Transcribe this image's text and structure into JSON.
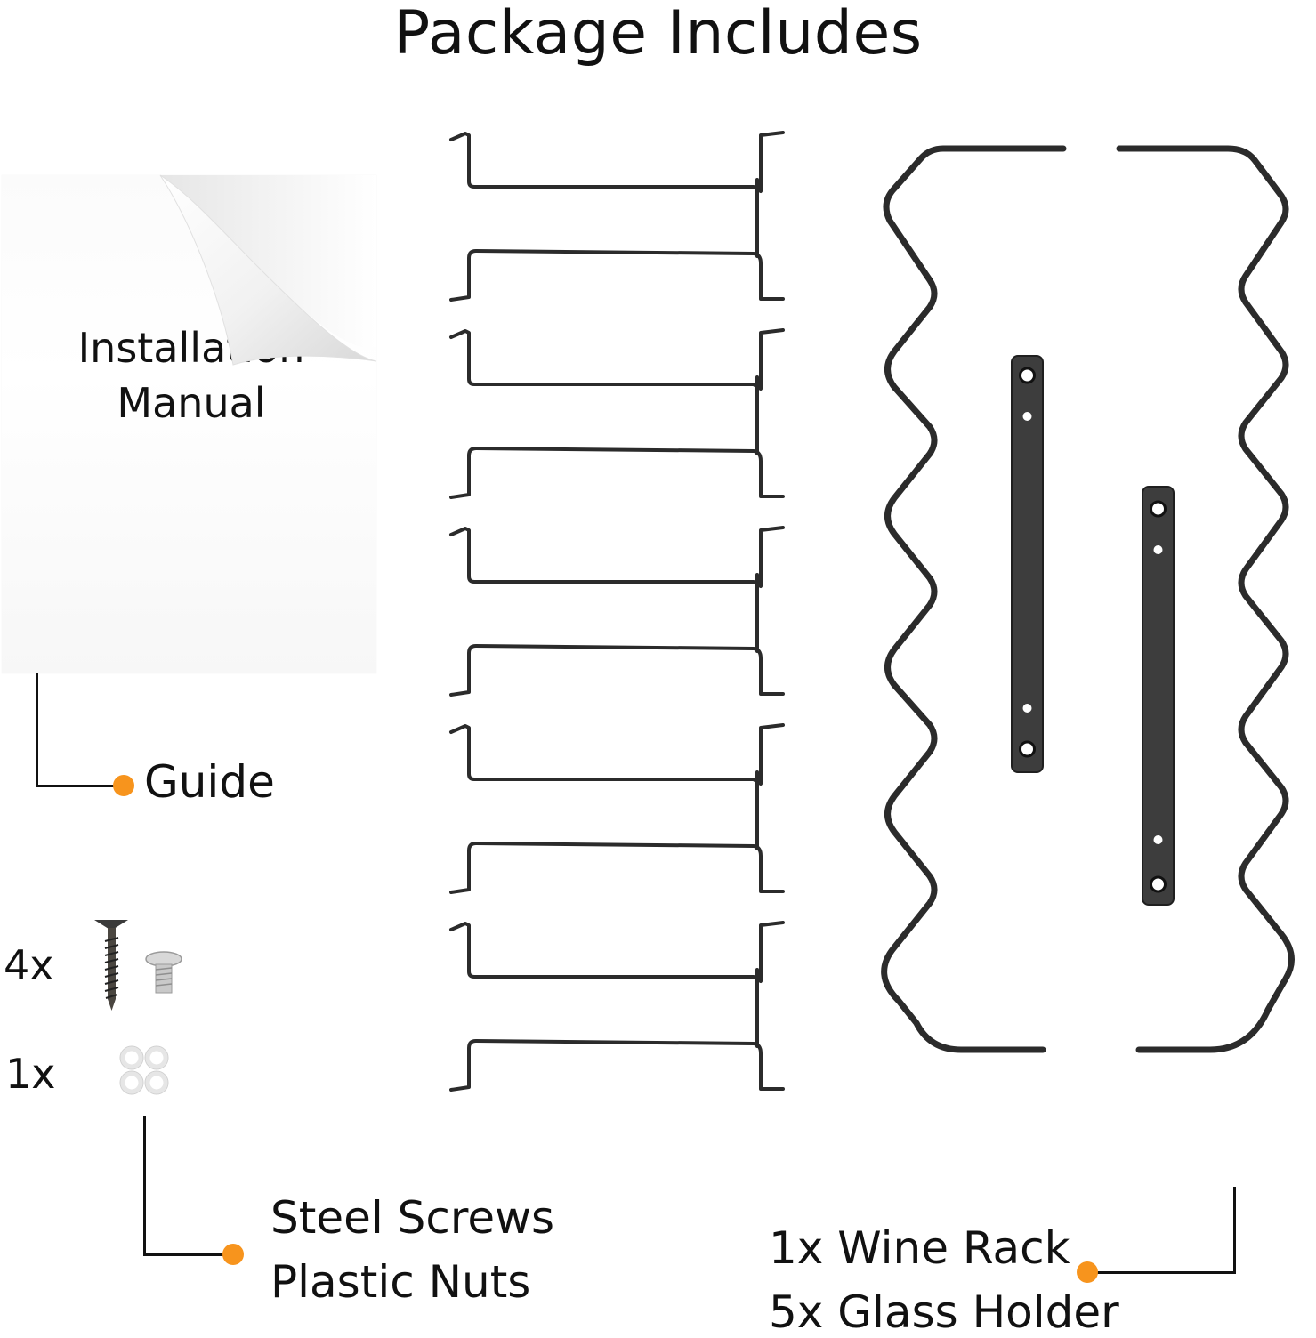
{
  "title": "Package Includes",
  "manual": {
    "line1": "Installation",
    "line2": "Manual"
  },
  "labels": {
    "guide": "Guide",
    "screws": "Steel Screws",
    "nuts": "Plastic Nuts",
    "rack": "1x Wine Rack",
    "holder": "5x Glass Holder"
  },
  "quantities": {
    "screws": "4x",
    "nuts": "1x"
  },
  "colors": {
    "accent": "#f7941d",
    "metal": "#2b2b2b"
  }
}
